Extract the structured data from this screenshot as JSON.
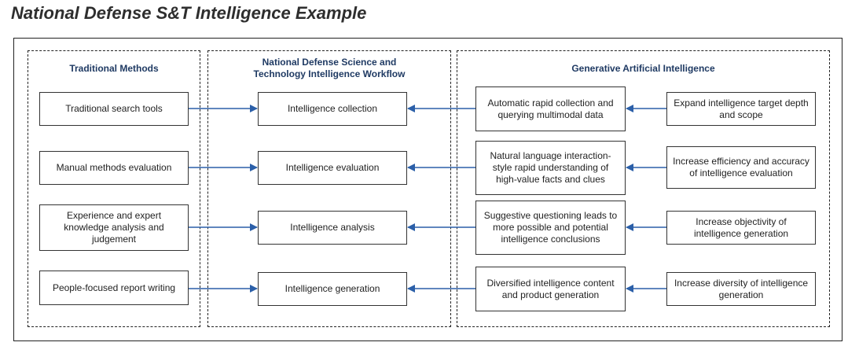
{
  "title": "National Defense S&T Intelligence Example",
  "groups": {
    "traditional": {
      "title": "Traditional Methods",
      "nodes": [
        "Traditional search tools",
        "Manual methods evaluation",
        "Experience and expert knowledge analysis and judgement",
        "People-focused report writing"
      ]
    },
    "workflow": {
      "title": "National Defense Science and Technology Intelligence Workflow",
      "nodes": [
        "Intelligence collection",
        "Intelligence evaluation",
        "Intelligence analysis",
        "Intelligence generation"
      ]
    },
    "genai": {
      "title": "Generative Artificial Intelligence",
      "capabilities": [
        "Automatic rapid collection and querying multimodal data",
        "Natural language interaction-style rapid understanding of high-value facts and clues",
        "Suggestive questioning leads to more possible and potential intelligence conclusions",
        "Diversified intelligence content and product generation"
      ],
      "outcomes": [
        "Expand intelligence target depth and scope",
        "Increase efficiency and accuracy of intelligence evaluation",
        "Increase objectivity of intelligence generation",
        "Increase diversity of intelligence generation"
      ]
    }
  },
  "colors": {
    "arrow": "#2b5fa8",
    "group_title": "#1f3a63"
  }
}
